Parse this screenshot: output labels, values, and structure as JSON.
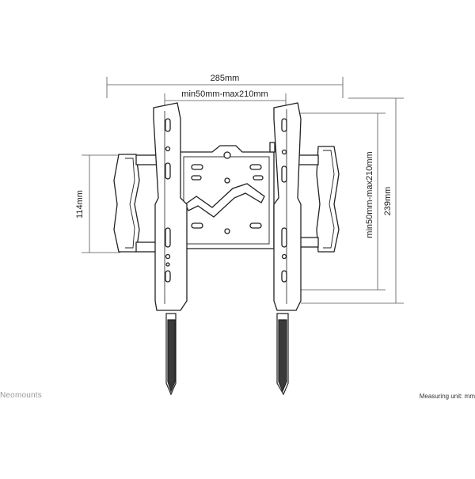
{
  "brand": "Neomounts",
  "measuring_unit": "Measuring unit: mm",
  "dimensions": {
    "overall_width": "285mm",
    "hole_spacing_horizontal": "min50mm-max210mm",
    "plate_height": "114mm",
    "hole_spacing_vertical": "min50mm-max210mm",
    "overall_height": "239mm"
  }
}
